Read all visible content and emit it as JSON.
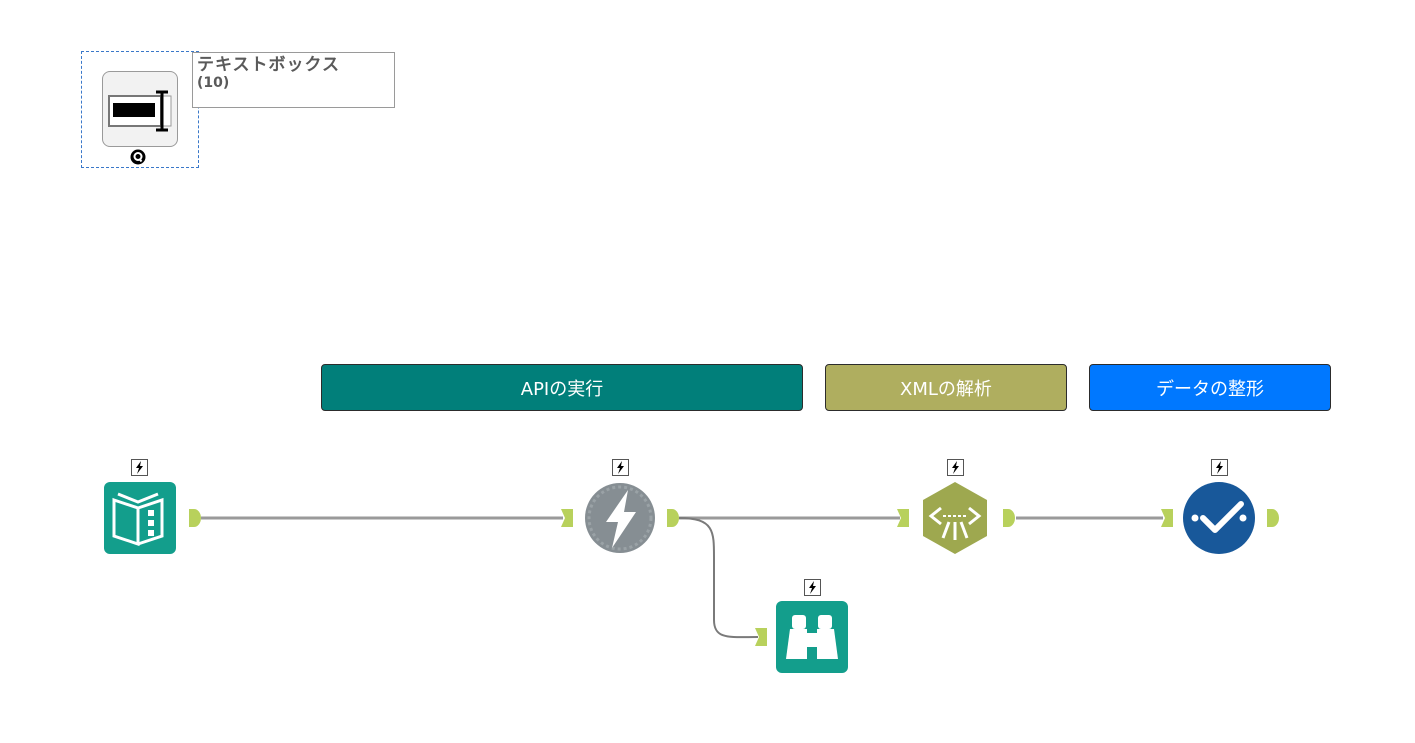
{
  "textbox_tool": {
    "label": "テキストボックス",
    "count": "(10)",
    "icon": "text-box-icon",
    "badge_icon": "question-badge-icon"
  },
  "containers": [
    {
      "label": "APIの実行",
      "color": "#017f7a"
    },
    {
      "label": "XMLの解析",
      "color": "#afae5f"
    },
    {
      "label": "データの整形",
      "color": "#0078ff"
    }
  ],
  "tools": {
    "input": {
      "icon": "text-input-icon",
      "color": "#139e8c"
    },
    "download": {
      "icon": "lightning-download-icon",
      "color": "#868e93"
    },
    "xml_parse": {
      "icon": "xml-parse-icon",
      "color": "#9ea84f"
    },
    "output": {
      "icon": "output-check-icon",
      "color": "#18589a"
    },
    "browse": {
      "icon": "browse-binoculars-icon",
      "color": "#139e8c"
    }
  },
  "anchor_color": "#b8d15c",
  "connection_color": "#9a9a9a"
}
